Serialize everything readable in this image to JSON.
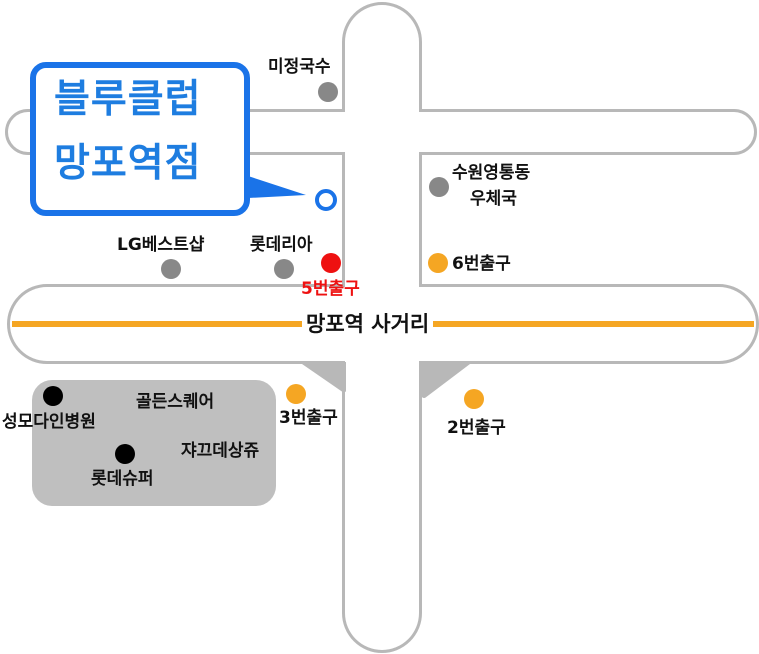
{
  "store": {
    "line1": "블루클럽",
    "line2": "망포역점"
  },
  "intersection": "망포역 사거리",
  "landmarks": {
    "mijeong": "미정국수",
    "post_office_1": "수원영통동",
    "post_office_2": "우체국",
    "lg_shop": "LG베스트샵",
    "lotteria": "롯데리아",
    "golden_square": "골든스퀘어",
    "hospital": "성모다인병원",
    "lotte_super": "롯데슈퍼",
    "jaggo": "쟈끄데상쥬"
  },
  "exits": {
    "exit2": "2번출구",
    "exit3": "3번출구",
    "exit5": "5번출구",
    "exit6": "6번출구"
  },
  "colors": {
    "road_fill": "#ffffff",
    "road_outline": "#b8b8b8",
    "subway_line": "#f5a623",
    "store_accent": "#1a73e8",
    "exit_marker": "#f5a623",
    "highlight_exit": "#ee1111",
    "landmark_marker": "#888888",
    "block_fill": "#bfbfbf"
  }
}
